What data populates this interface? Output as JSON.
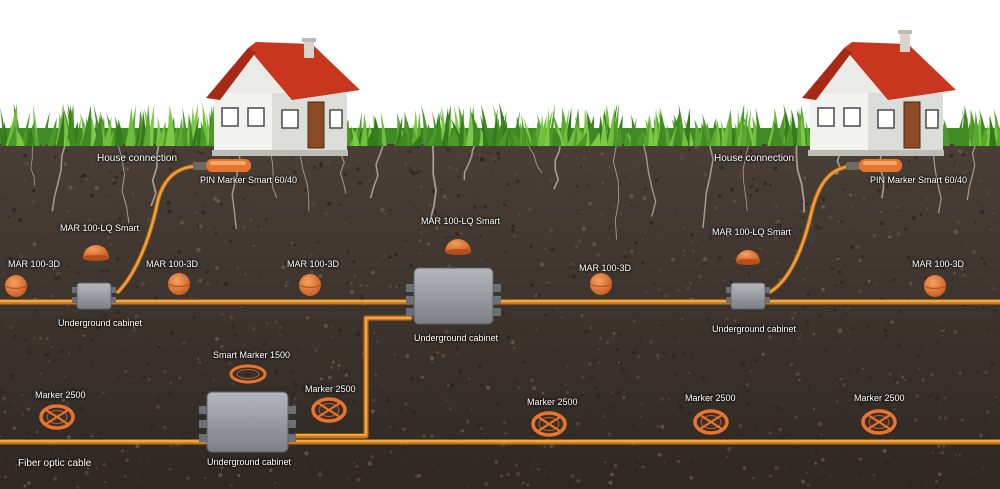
{
  "labels": {
    "house_connection_left": "House connection",
    "house_connection_right": "House connection",
    "pin_marker_left": "PIN Marker Smart 60/40",
    "pin_marker_right": "PIN Marker Smart 60/40",
    "mar_lq_smart_left": "MAR 100-LQ Smart",
    "mar_lq_smart_center": "MAR 100-LQ Smart",
    "mar_lq_smart_right": "MAR 100-LQ Smart",
    "mar_3d_1": "MAR 100-3D",
    "mar_3d_2": "MAR 100-3D",
    "mar_3d_3": "MAR 100-3D",
    "mar_3d_4": "MAR 100-3D",
    "mar_3d_5": "MAR 100-3D",
    "cabinet_left": "Underground cabinet",
    "cabinet_center": "Underground cabinet",
    "cabinet_right": "Underground cabinet",
    "cabinet_bottom": "Underground cabinet",
    "smart_marker_1500": "Smart Marker 1500",
    "marker_2500_1": "Marker 2500",
    "marker_2500_2": "Marker 2500",
    "marker_2500_3": "Marker 2500",
    "marker_2500_4": "Marker 2500",
    "marker_2500_5": "Marker 2500",
    "fiber_optic_cable": "Fiber optic cable"
  },
  "colors": {
    "soil": "#3b322c",
    "grass": "#4f9a2a",
    "cable": "#f39a2e",
    "marker": "#e8742f",
    "cabinet": "#9a9ea3",
    "roof": "#c8361e",
    "wall": "#f0f0ee"
  }
}
